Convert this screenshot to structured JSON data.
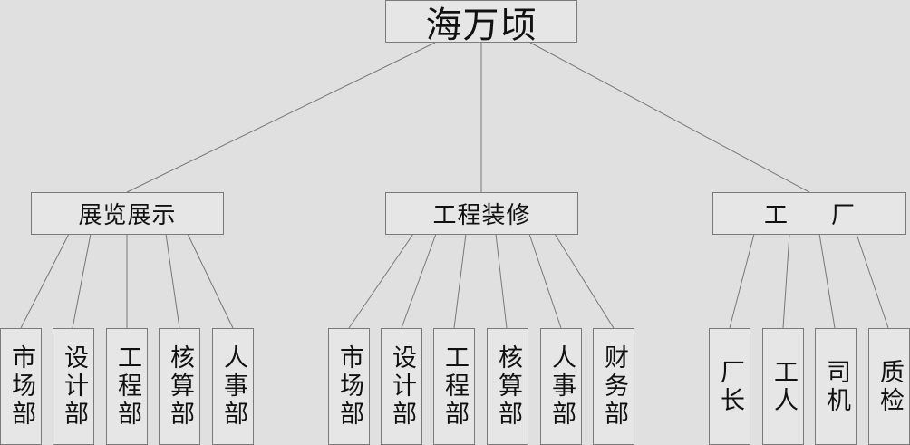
{
  "root": {
    "label": "海万顷"
  },
  "branches": [
    {
      "label": "展览展示",
      "children": [
        "市场部",
        "设计部",
        "工程部",
        "核算部",
        "人事部"
      ]
    },
    {
      "label": "工程装修",
      "children": [
        "市场部",
        "设计部",
        "工程部",
        "核算部",
        "人事部",
        "财务部"
      ]
    },
    {
      "label_part1": "工",
      "label_part2": "厂",
      "children": [
        "厂长",
        "工人",
        "司机",
        "质检"
      ]
    }
  ]
}
